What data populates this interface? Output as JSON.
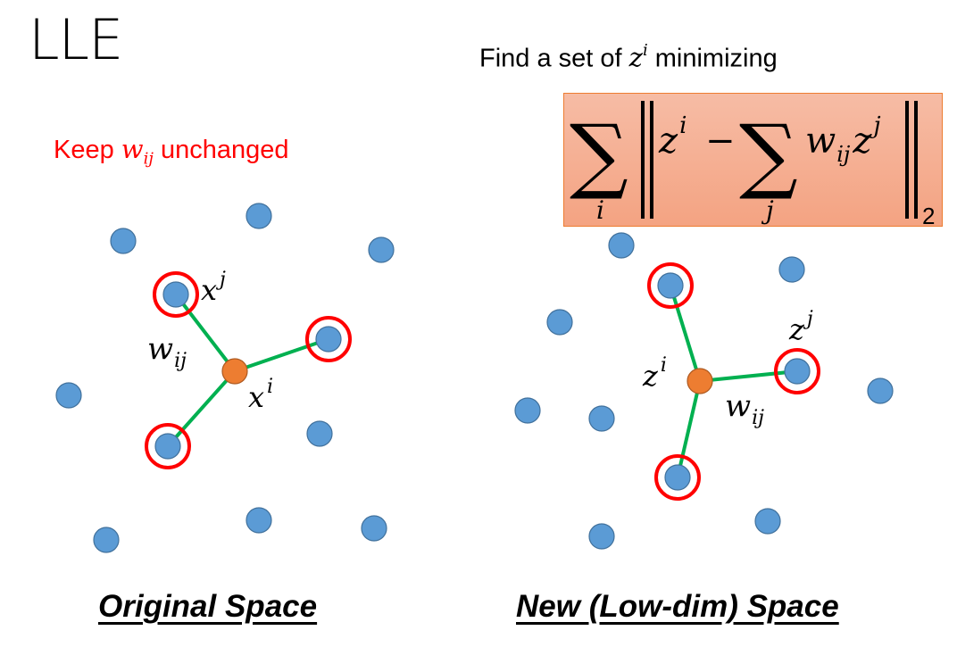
{
  "slide": {
    "title": "LLE",
    "objective_text_prefix": "Find a set of ",
    "objective_var": "z",
    "objective_var_sup": "i",
    "objective_text_suffix": " minimizing",
    "constraint_prefix": "Keep ",
    "constraint_var": "w",
    "constraint_var_sub": "ij",
    "constraint_suffix": " unchanged",
    "formula": {
      "sum_outer": "∑",
      "sum_outer_index": "i",
      "norm_open": "‖",
      "term1": "z",
      "term1_sup": "i",
      "minus": "−",
      "sum_inner": "∑",
      "sum_inner_index": "j",
      "weight": "w",
      "weight_sub": "ij",
      "term2": "z",
      "term2_sup": "j",
      "norm_close": "‖",
      "norm_sub": "2"
    },
    "left_panel": {
      "caption": "Original Space",
      "center_label": "x",
      "center_label_sup": "i",
      "neighbor_label": "x",
      "neighbor_label_sup": "j",
      "weight_label": "w",
      "weight_label_sub": "ij"
    },
    "right_panel": {
      "caption": "New (Low-dim) Space",
      "center_label": "z",
      "center_label_sup": "i",
      "neighbor_label": "z",
      "neighbor_label_sup": "j",
      "weight_label": "w",
      "weight_label_sub": "ij"
    },
    "colors": {
      "point": "#5b9bd5",
      "point_stroke": "#41719c",
      "center": "#ed7d31",
      "center_stroke": "#ae5a21",
      "edge": "#00b050",
      "ring": "#ff0000",
      "constraint_text": "#ff0000",
      "formula_box": "#f4b183"
    }
  }
}
